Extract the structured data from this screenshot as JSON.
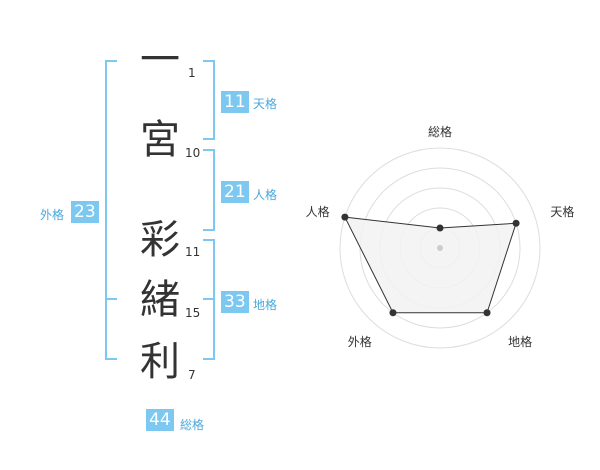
{
  "name_chars": [
    {
      "char": "一",
      "strokes": "1"
    },
    {
      "char": "宮",
      "strokes": "10"
    },
    {
      "char": "彩",
      "strokes": "11"
    },
    {
      "char": "緒",
      "strokes": "15"
    },
    {
      "char": "利",
      "strokes": "7"
    }
  ],
  "fortune_boxes": {
    "tenkaku": {
      "value": "11",
      "label": "天格"
    },
    "jinkaku": {
      "value": "21",
      "label": "人格"
    },
    "chikaku": {
      "value": "33",
      "label": "地格"
    },
    "gaikaku": {
      "value": "23",
      "label": "外格"
    },
    "soukaku": {
      "value": "44",
      "label": "総格"
    }
  },
  "colors": {
    "accent": "#7cc8f0",
    "accent_text": "#4aa8dc",
    "radar_fill": "#f2f2f2"
  },
  "radar": {
    "axes": [
      "総格",
      "天格",
      "地格",
      "外格",
      "人格"
    ],
    "levels": 5,
    "values": [
      1,
      4,
      4,
      4,
      5
    ]
  }
}
